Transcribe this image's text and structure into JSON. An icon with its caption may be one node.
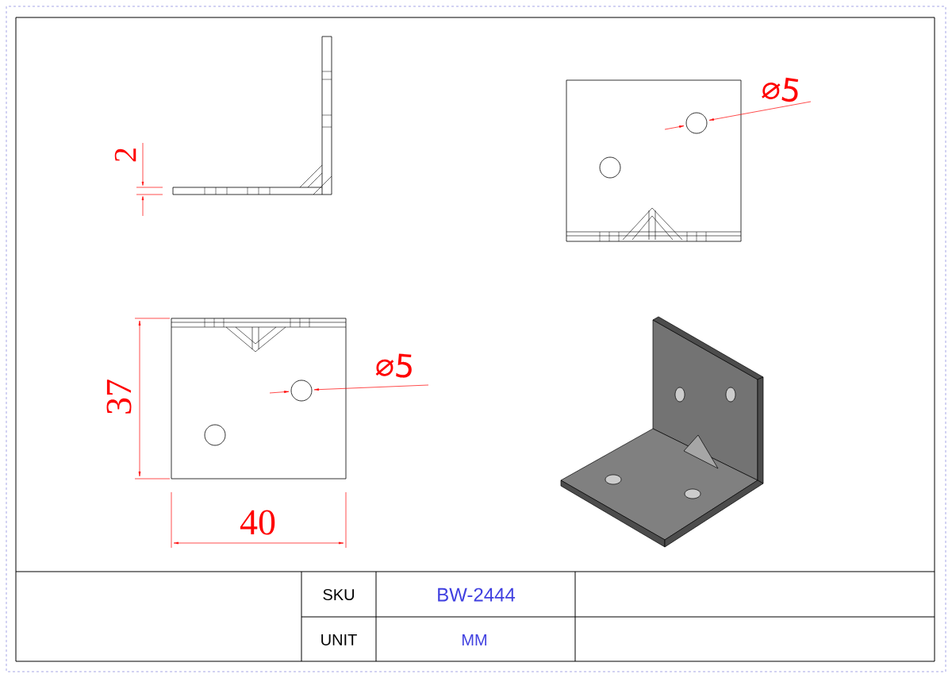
{
  "diagram": {
    "labels": [
      "2",
      "⌀5",
      "⌀5",
      "37",
      "40",
      "SKU",
      "BW-2444",
      "UNIT",
      "MM"
    ]
  }
}
